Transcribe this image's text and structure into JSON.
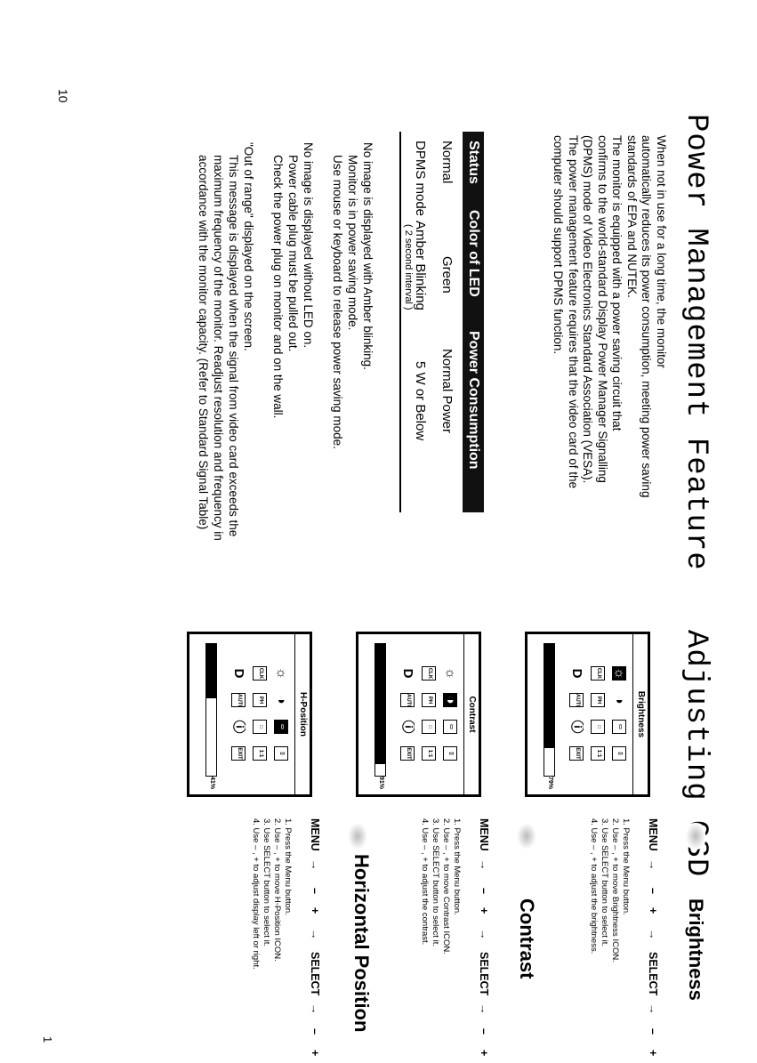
{
  "page_number": "10",
  "corner_mark": "1",
  "left": {
    "title": "Power Management Feature",
    "intro": [
      "When not in use for a long time, the monitor",
      "automatically reduces its power consumption, meeting power saving",
      "standards of EPA and NUTEK.",
      "The monitor is equipped with a power saving circuit that",
      "confirms to the world-standard Display Power Manager Signalling",
      "(DPMS) mode of Video Electronics Standard Association (VESA).",
      "The power management feature requires that the video card of the",
      "computer should support DPMS function."
    ],
    "table": {
      "headers": [
        "Status",
        "Color of LED",
        "Power Consumption"
      ],
      "rows": [
        {
          "status": "Normal",
          "led": "Green",
          "led_note": "",
          "power": "Normal Power"
        },
        {
          "status": "DPMS mode",
          "led": "Amber Blinking",
          "led_note": "( 2 second interval )",
          "power": "5 W or Below"
        }
      ]
    },
    "notes": [
      [
        "No image is displayed with Amber blinking.",
        "Monitor is in power saving mode.",
        "Use mouse or keyboard to release power saving mode."
      ],
      [
        "No image is displayed without LED on.",
        "Power cable plug must be pulled out.",
        "Check the power plug on monitor and on the wall."
      ],
      [
        "\"Out of range\" displayed on the screen.",
        "This message is displayed when the signal from video card exceeds the",
        "maximum frequency of the monitor. Readjust resolution and frequency in",
        "accordance with the monitor capacity. (Refer to Standard Signal Table)"
      ]
    ]
  },
  "right": {
    "title": "Adjusting OSD",
    "sections": [
      {
        "heading": "Brightness",
        "menu": [
          "MENU",
          "→",
          "–",
          "+",
          "→",
          "SELECT",
          "→",
          "–",
          "+"
        ],
        "steps": [
          "1. Press the Menu button.",
          "2. Use – , + to move Brightness ICON.",
          "3. Use SELECT button to select it.",
          "4. Use – , + to adjust the brightness."
        ],
        "osd_title": "Brightness",
        "value": "79%",
        "fill": 0.79,
        "selected": 0
      },
      {
        "heading": "Contrast",
        "menu": [
          "MENU",
          "→",
          "–",
          "+",
          "→",
          "SELECT",
          "→",
          "–",
          "+"
        ],
        "steps": [
          "1. Press the Menu button.",
          "2. Use – , + to move Contrast ICON.",
          "3. Use SELECT button to select it.",
          "4. Use – , + to adjust the contrast."
        ],
        "osd_title": "Contrast",
        "value": "91%",
        "fill": 0.91,
        "selected": 1
      },
      {
        "heading": "Horizontal Position",
        "menu": [
          "MENU",
          "→",
          "–",
          "+",
          "→",
          "SELECT",
          "→",
          "–",
          "+"
        ],
        "steps": [
          "1. Press the Menu button.",
          "2. Use – , + to move H-Position ICON.",
          "3. Use SELECT button to select it.",
          "4. Use – , + to adjust display left or right."
        ],
        "osd_title": "H-Position",
        "value": "41%",
        "fill": 0.41,
        "selected": 2
      }
    ],
    "osd_icons": [
      {
        "name": "brightness-icon",
        "glyph": "☼",
        "plain": true
      },
      {
        "name": "contrast-icon",
        "glyph": "◑",
        "plain": true
      },
      {
        "name": "h-position-icon",
        "glyph": "▭",
        "plain": false
      },
      {
        "name": "v-position-icon",
        "glyph": "▯",
        "plain": false
      },
      {
        "name": "clock-icon",
        "glyph": "CLK",
        "plain": false
      },
      {
        "name": "phase-icon",
        "glyph": "PH",
        "plain": false
      },
      {
        "name": "size-icon",
        "glyph": "□",
        "plain": false
      },
      {
        "name": "recall-icon",
        "glyph": "1:1",
        "plain": false
      },
      {
        "name": "degauss-icon",
        "glyph": "D",
        "plain": true
      },
      {
        "name": "auto-icon",
        "glyph": "AUTO",
        "plain": false
      },
      {
        "name": "info-icon",
        "glyph": "ⓘ",
        "plain": true
      },
      {
        "name": "exit-icon",
        "glyph": "EXIT",
        "plain": false
      }
    ]
  }
}
